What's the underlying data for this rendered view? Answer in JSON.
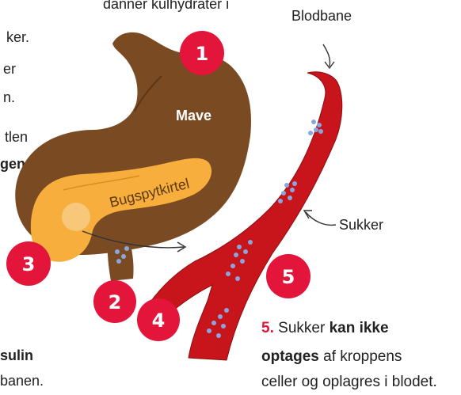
{
  "left_text_fragments": [
    "danner kulhydrater i",
    "ker.",
    "er",
    "n.",
    "tlen",
    "gen",
    "sulin",
    "banen."
  ],
  "labels": {
    "stomach": "Mave",
    "pancreas": "Bugspytkirtel",
    "bloodstream": "Blodbane",
    "sugar": "Sukker"
  },
  "badges": [
    "1",
    "2",
    "3",
    "4",
    "5"
  ],
  "step5": {
    "number": "5.",
    "part1": "Sukker",
    "bold1": "kan ikke",
    "bold2": "optages",
    "part2": "af kroppens",
    "line3": "celler og oplagres i blodet."
  },
  "colors": {
    "badge": "#e3153b",
    "stomach": "#7a4b22",
    "pancreas": "#f7ae3c",
    "blood_vessel": "#c8151b",
    "sugar_dots": "#8aa6e0"
  }
}
